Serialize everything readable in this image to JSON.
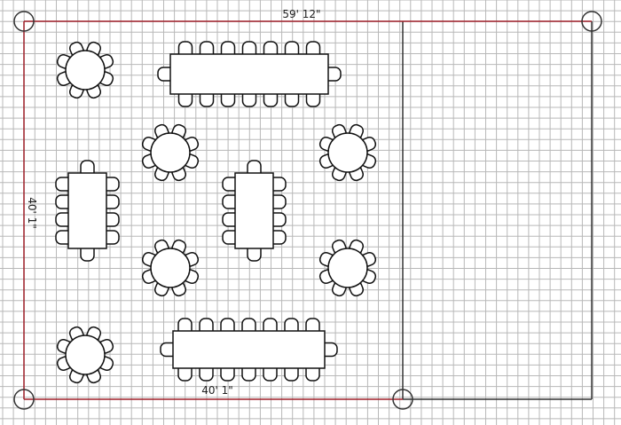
{
  "dimensions": {
    "width_label": "59' 12\"",
    "height_label": "40' 1\"",
    "inner_width_label": "40' 1\""
  },
  "colors": {
    "grid": "#b8b8b8",
    "boundary": "#a0202a",
    "wall": "#333333",
    "stroke": "#111111",
    "fill": "#ffffff"
  },
  "tables": [
    {
      "type": "round",
      "seats": 8
    },
    {
      "type": "round",
      "seats": 8
    },
    {
      "type": "round",
      "seats": 8
    },
    {
      "type": "round",
      "seats": 8
    },
    {
      "type": "round",
      "seats": 8
    },
    {
      "type": "round",
      "seats": 8
    },
    {
      "type": "banquet-horizontal",
      "seats": 16
    },
    {
      "type": "banquet-horizontal",
      "seats": 16
    },
    {
      "type": "banquet-vertical",
      "seats": 10
    },
    {
      "type": "banquet-vertical",
      "seats": 10
    }
  ]
}
